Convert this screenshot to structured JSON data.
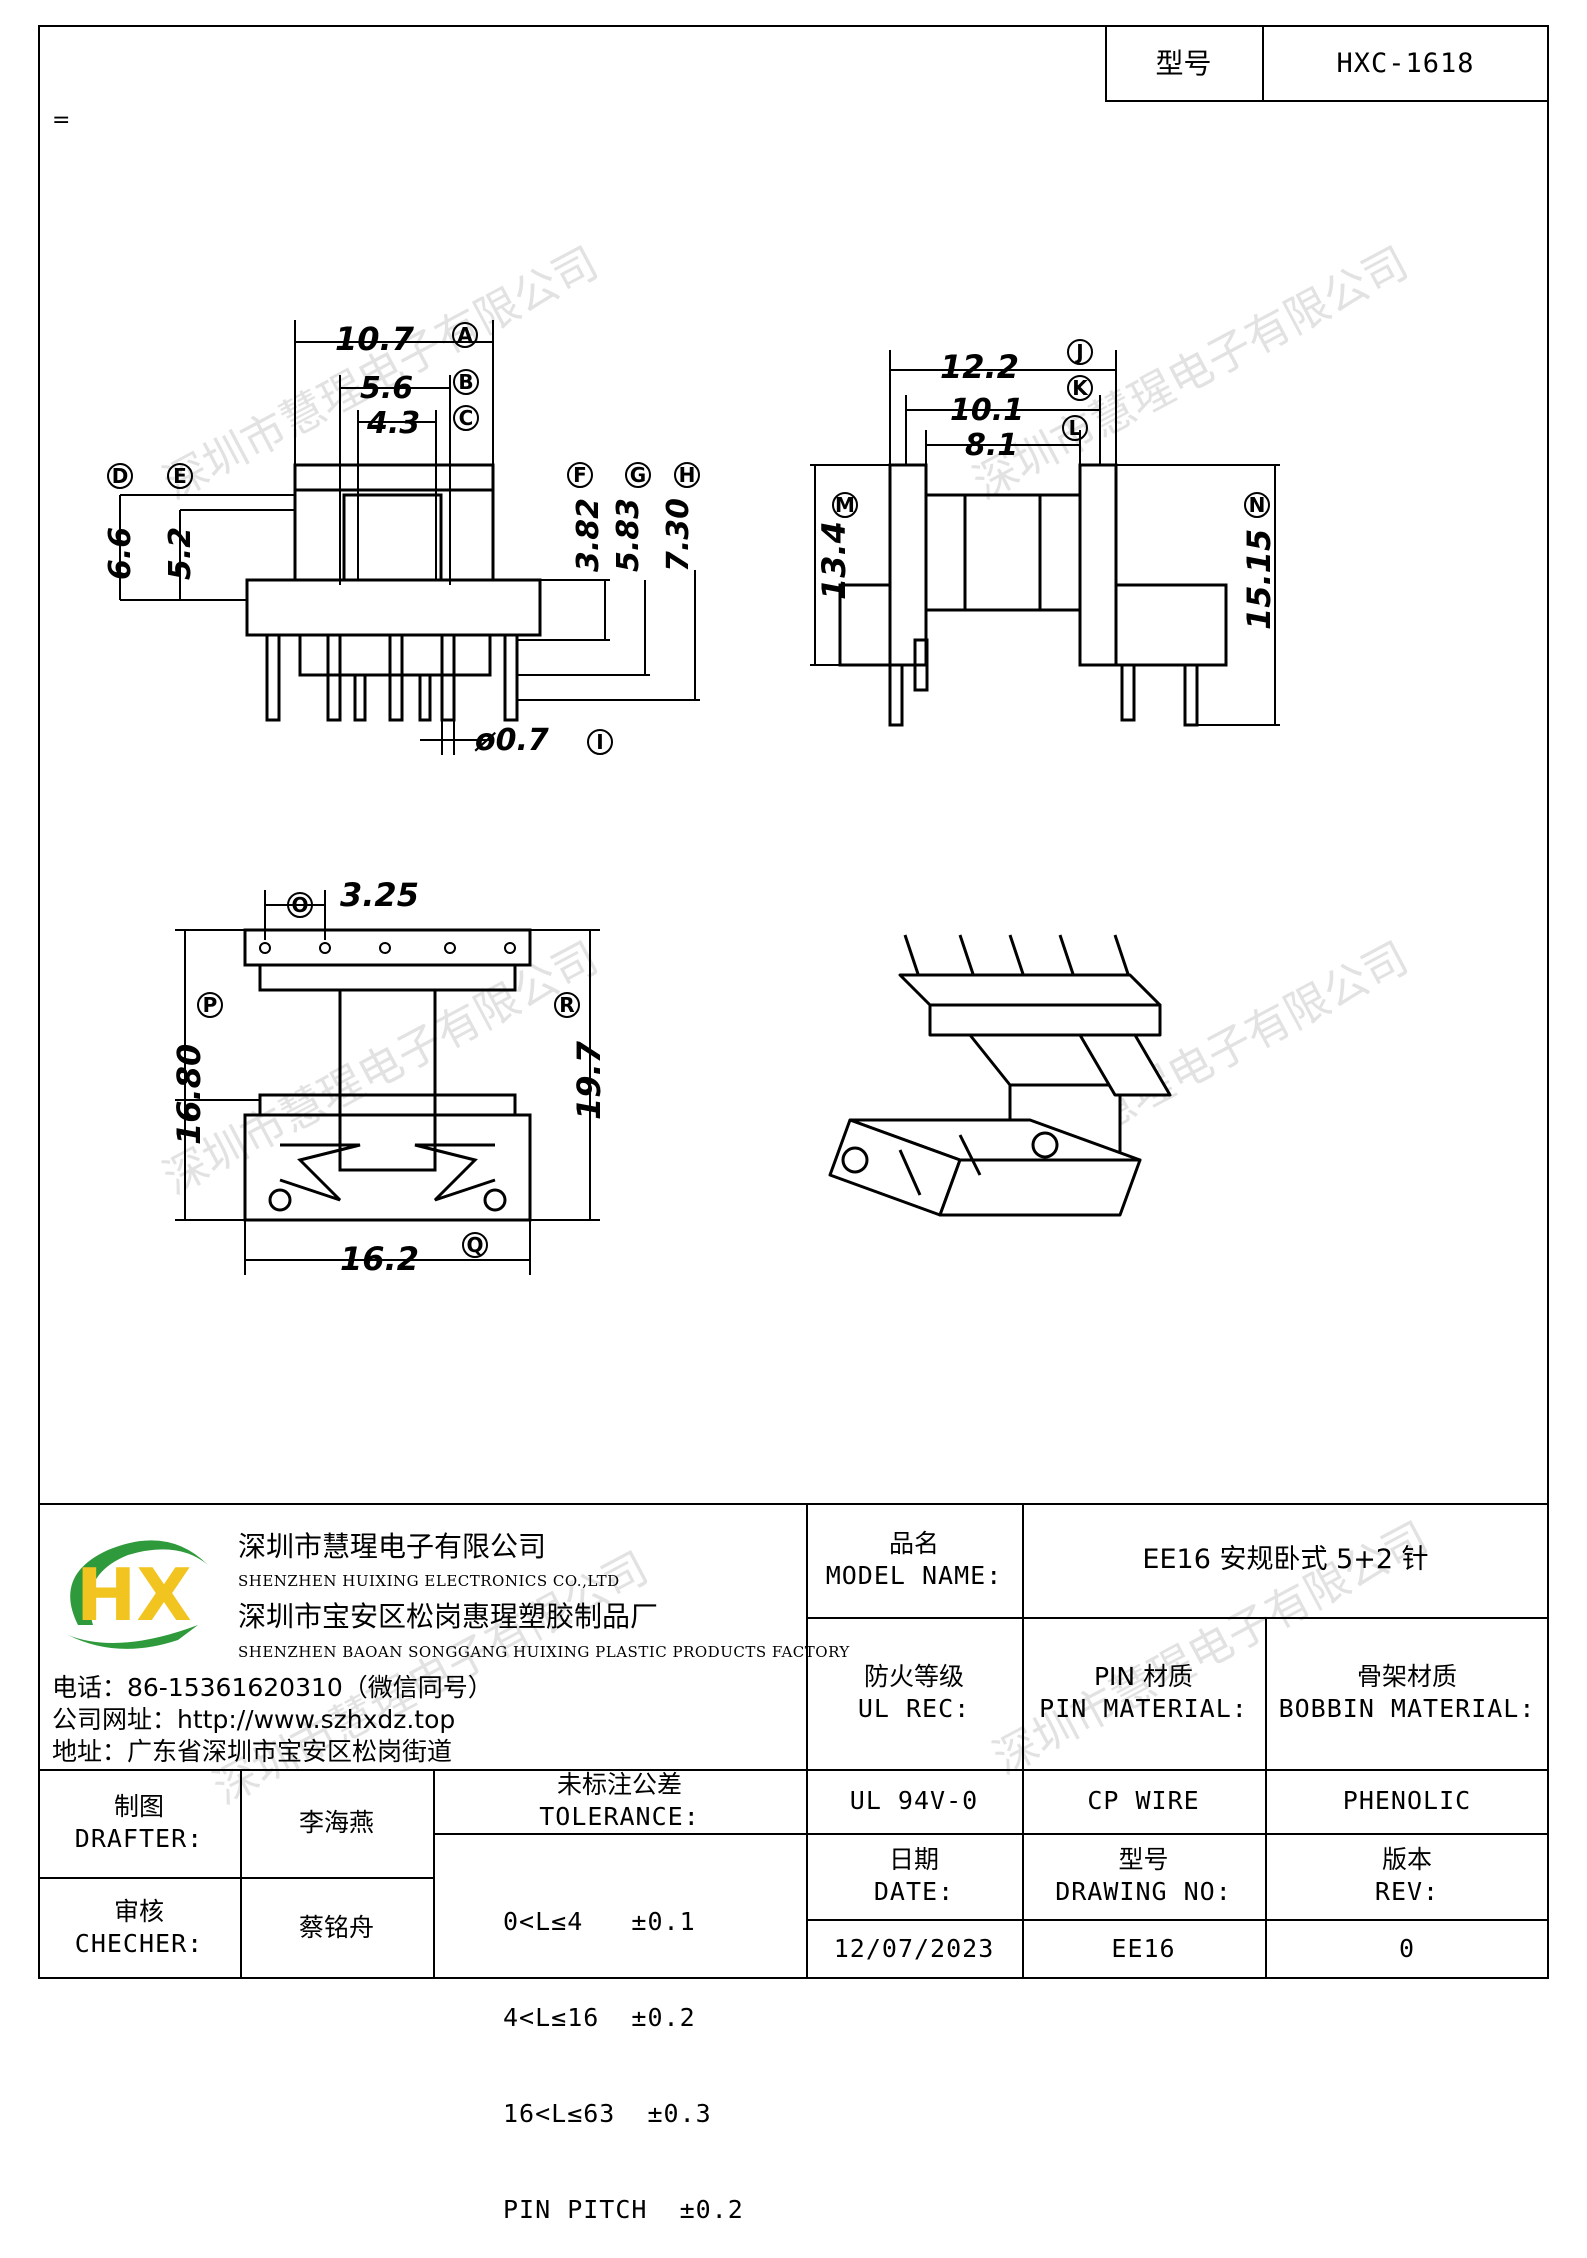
{
  "header": {
    "model_label": "型号",
    "model_value": "HXC-1618",
    "stray_mark": "="
  },
  "drawing": {
    "front_view": {
      "dims": {
        "A": "10.7",
        "B": "5.6",
        "C": "4.3",
        "D": "6.6",
        "E": "5.2",
        "F": "3.82",
        "G": "5.83",
        "H": "7.30",
        "I": "ø0.7"
      },
      "markers": [
        "A",
        "B",
        "C",
        "D",
        "E",
        "F",
        "G",
        "H",
        "I"
      ]
    },
    "side_view": {
      "dims": {
        "J": "12.2",
        "K": "10.1",
        "L": "8.1",
        "M": "13.4",
        "N": "15.15"
      },
      "markers": [
        "J",
        "K",
        "L",
        "M",
        "N"
      ]
    },
    "top_view": {
      "dims": {
        "O": "3.25",
        "P": "16.80",
        "Q": "16.2",
        "R": "19.7"
      },
      "markers": [
        "O",
        "P",
        "Q",
        "R"
      ]
    }
  },
  "watermark_text": "深圳市慧瑆电子有限公司",
  "company": {
    "logo_letters": "HX",
    "name_cn": "深圳市慧瑆电子有限公司",
    "name_en": "SHENZHEN HUIXING ELECTRONICS CO.,LTD",
    "factory_cn": "深圳市宝安区松岗惠瑆塑胶制品厂",
    "factory_en": "SHENZHEN BAOAN SONGGANG HUIXING PLASTIC PRODUCTS FACTORY",
    "phone": "电话：86-15361620310（微信同号）",
    "website": "公司网址：http://www.szhxdz.top",
    "address": "地址：广东省深圳市宝安区松岗街道"
  },
  "title_block": {
    "model_name_cn": "品名",
    "model_name_en": "MODEL NAME:",
    "model_name_value": "EE16 安规卧式 5+2 针",
    "ul_cn": "防火等级",
    "ul_en": "UL REC:",
    "pin_mat_cn": "PIN 材质",
    "pin_mat_en": "PIN MATERIAL:",
    "bobbin_mat_cn": "骨架材质",
    "bobbin_mat_en": "BOBBIN MATERIAL:",
    "ul_value": "UL 94V-0",
    "pin_value": "CP WIRE",
    "bobbin_value": "PHENOLIC",
    "drafter_cn": "制图",
    "drafter_en": "DRAFTER:",
    "drafter_name": "李海燕",
    "checker_cn": "审核",
    "checker_en": "CHECHER:",
    "checker_name": "蔡铭舟",
    "tolerance_cn": "未标注公差",
    "tolerance_en": "TOLERANCE:",
    "tolerance_lines": [
      "0<L≤4   ±0.1",
      "4<L≤16  ±0.2",
      "16<L≤63  ±0.3",
      "PIN PITCH  ±0.2"
    ],
    "date_cn": "日期",
    "date_en": "DATE:",
    "drawing_no_cn": "型号",
    "drawing_no_en": "DRAWING NO:",
    "rev_cn": "版本",
    "rev_en": "REV:",
    "date_value": "12/07/2023",
    "drawing_no_value": "EE16",
    "rev_value": "0"
  }
}
